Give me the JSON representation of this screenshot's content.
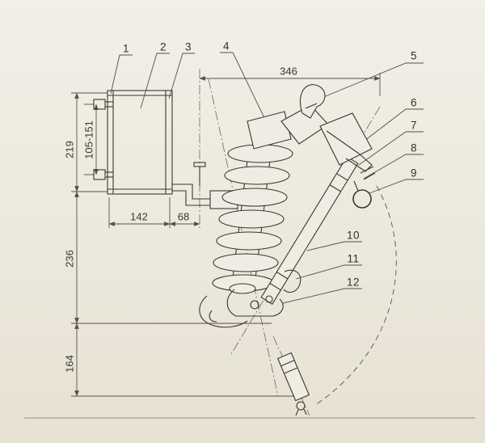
{
  "drawing": {
    "callouts": [
      "1",
      "2",
      "3",
      "4",
      "5",
      "6",
      "7",
      "8",
      "9",
      "10",
      "11",
      "12"
    ],
    "dimensions": {
      "overall_width": "346",
      "bracket_height": "219",
      "bolt_slot_range": "105-151",
      "bracket_width": "142",
      "axis_offset": "68",
      "mid_height": "236",
      "lower_height": "164"
    },
    "colors": {
      "paper": "#efece3",
      "line": "#3b382f",
      "dim_line": "#55514a"
    }
  }
}
